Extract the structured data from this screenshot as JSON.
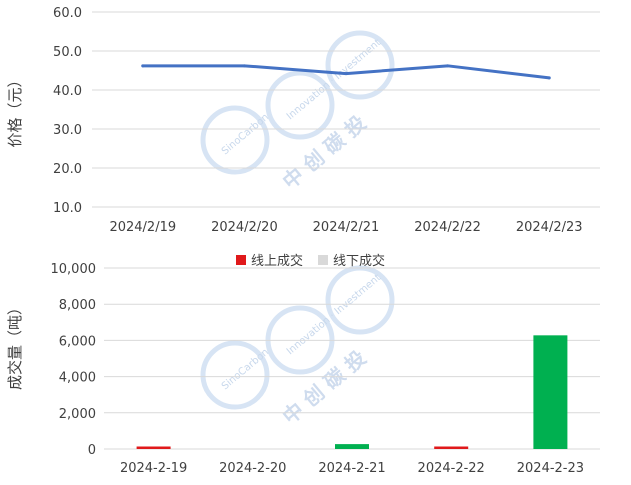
{
  "chart_data": [
    {
      "type": "line",
      "categories": [
        "2024/2/19",
        "2024/2/20",
        "2024/2/21",
        "2024/2/22",
        "2024/2/23"
      ],
      "series": [
        {
          "values": [
            46.2,
            46.2,
            44.2,
            46.2,
            43.1
          ],
          "color": "#4472c4"
        }
      ],
      "ylabel": "价格（元）",
      "ylim": [
        10,
        60
      ],
      "yticks": [
        "10.0",
        "20.0",
        "30.0",
        "40.0",
        "50.0",
        "60.0"
      ],
      "grid": true
    },
    {
      "type": "bar",
      "categories": [
        "2024-2-19",
        "2024-2-20",
        "2024-2-21",
        "2024-2-22",
        "2024-2-23"
      ],
      "series": [
        {
          "name": "线上成交",
          "values": [
            100,
            0,
            0,
            100,
            0
          ],
          "color": "#e0191b"
        },
        {
          "name": "线下成交",
          "values": [
            0,
            0,
            270,
            0,
            6280
          ],
          "color": "#00b050"
        }
      ],
      "legend_colors": [
        "#e0191b",
        "#d9d9d9"
      ],
      "legend_position": "top",
      "ylabel": "成交量（吨）",
      "ylim": [
        0,
        10000
      ],
      "yticks": [
        "0",
        "2,000",
        "4,000",
        "6,000",
        "8,000",
        "10,000"
      ],
      "grid": true
    }
  ],
  "watermark": {
    "brand": "SinoCarbon",
    "tagline": "Innovation · Investment",
    "chinese": "中 创 碳 投"
  }
}
